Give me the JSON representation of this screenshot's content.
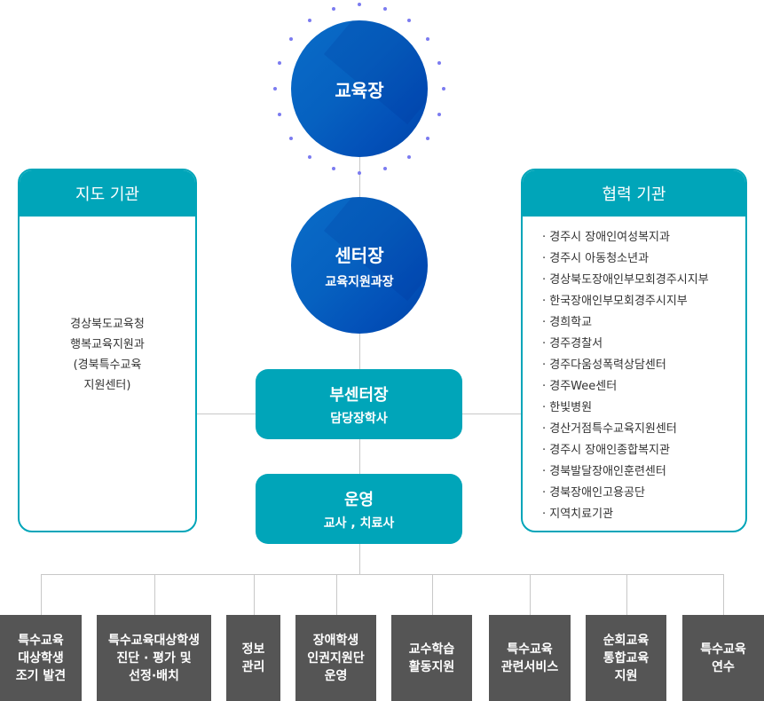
{
  "superintendent": {
    "title": "교육장"
  },
  "director": {
    "title": "센터장",
    "subtitle": "교육지원과장"
  },
  "deputy": {
    "title": "부센터장",
    "subtitle": "담당장학사"
  },
  "operation": {
    "title": "운영",
    "subtitle": "교사 , 치료사"
  },
  "guidance": {
    "title": "지도 기관",
    "body": "경상북도교육청\n행복교육지원과\n(경북특수교육\n지원센터)"
  },
  "cooperation": {
    "title": "협력 기관",
    "items": [
      "· 경주시 장애인여성복지과",
      "· 경주시 아동청소년과",
      "· 경상북도장애인부모회경주시지부",
      "· 한국장애인부모회경주시지부",
      "· 경희학교",
      "· 경주경찰서",
      "· 경주다움성폭력상담센터",
      "· 경주Wee센터",
      "· 한빛병원",
      "· 경산거점특수교육지원센터",
      "· 경주시 장애인종합복지관",
      "· 경북발달장애인훈련센터",
      "· 경북장애인고용공단",
      "· 지역치료기관"
    ]
  },
  "functions": [
    "특수교육\n대상학생\n조기 발견",
    "특수교육대상학생\n진단 · 평가 및\n선정·배치",
    "정보\n관리",
    "장애학생\n인권지원단\n운영",
    "교수학습\n활동지원",
    "특수교육\n관련서비스",
    "순회교육\n통합교육\n지원",
    "특수교육\n연수"
  ],
  "colors": {
    "teal": "#00a5b9",
    "blue": "#0661c0",
    "gray": "#555555",
    "dot": "#7b7bf0"
  }
}
